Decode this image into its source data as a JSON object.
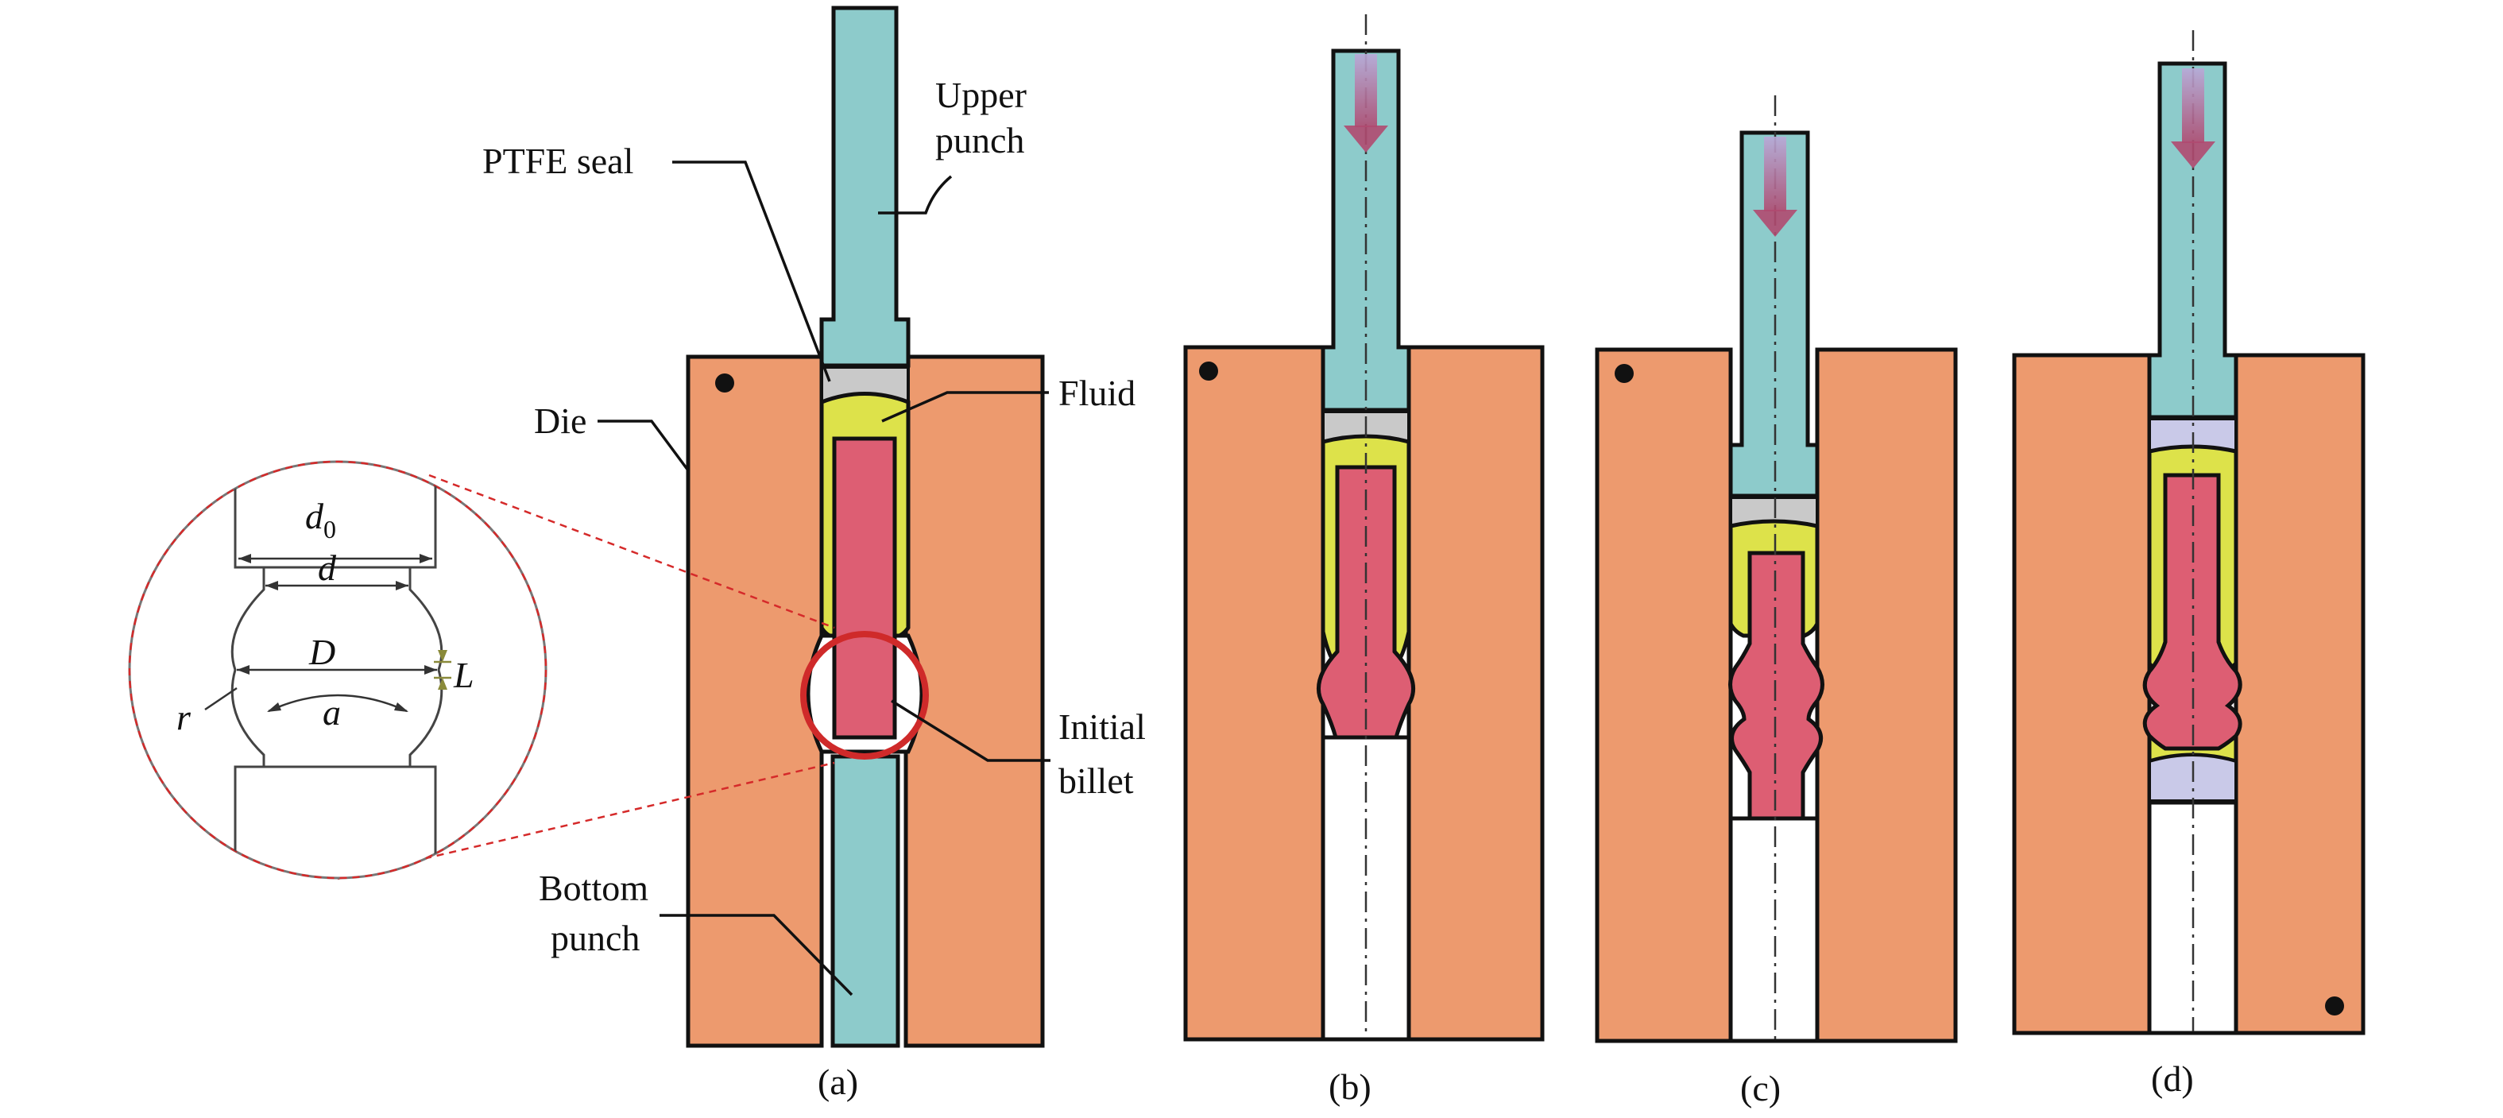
{
  "labels": {
    "ptfe_seal": "PTFE seal",
    "upper_punch_line1": "Upper",
    "upper_punch_line2": "punch",
    "fluid": "Fluid",
    "die": "Die",
    "initial_billet_line1": "Initial",
    "initial_billet_line2": "billet",
    "bottom_punch_line1": "Bottom",
    "bottom_punch_line2": "punch"
  },
  "detail_symbols": {
    "d0_main": "d",
    "d0_sub": "0",
    "d": "d",
    "D": "D",
    "L": "L",
    "r": "r",
    "a": "a"
  },
  "captions": [
    "(a)",
    "(b)",
    "(c)",
    "(d)"
  ],
  "colors": {
    "die": "#ed9a6e",
    "punch": "#8dcbcb",
    "ptfe_seal": "#c9c9c9",
    "fluid": "#dde24a",
    "billet": "#dd5e73",
    "highlight_circle": "#cf2a2a",
    "arrow": "#a488c0"
  }
}
